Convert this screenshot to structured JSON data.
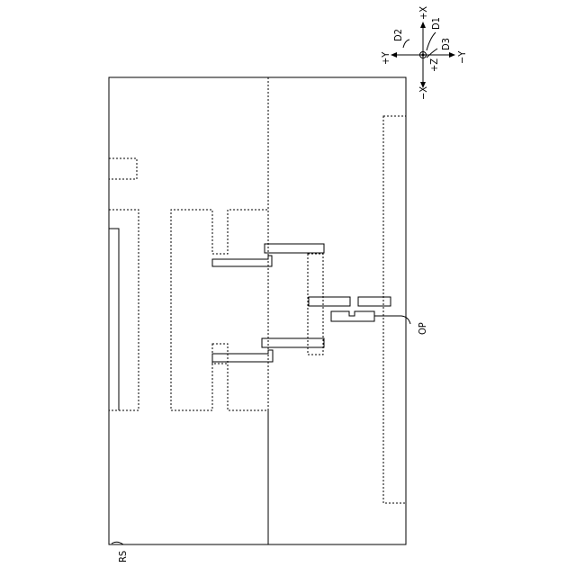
{
  "labels": {
    "reference_sheet": "RS",
    "opening": "OP"
  },
  "axes": {
    "plus_x": "+X",
    "minus_x": "−X",
    "plus_y": "+Y",
    "minus_y": "−Y",
    "plus_z": "+Z",
    "d1": "D1",
    "d2": "D2",
    "d3": "D3"
  },
  "colors": {
    "line": "#000000",
    "background": "#ffffff"
  }
}
